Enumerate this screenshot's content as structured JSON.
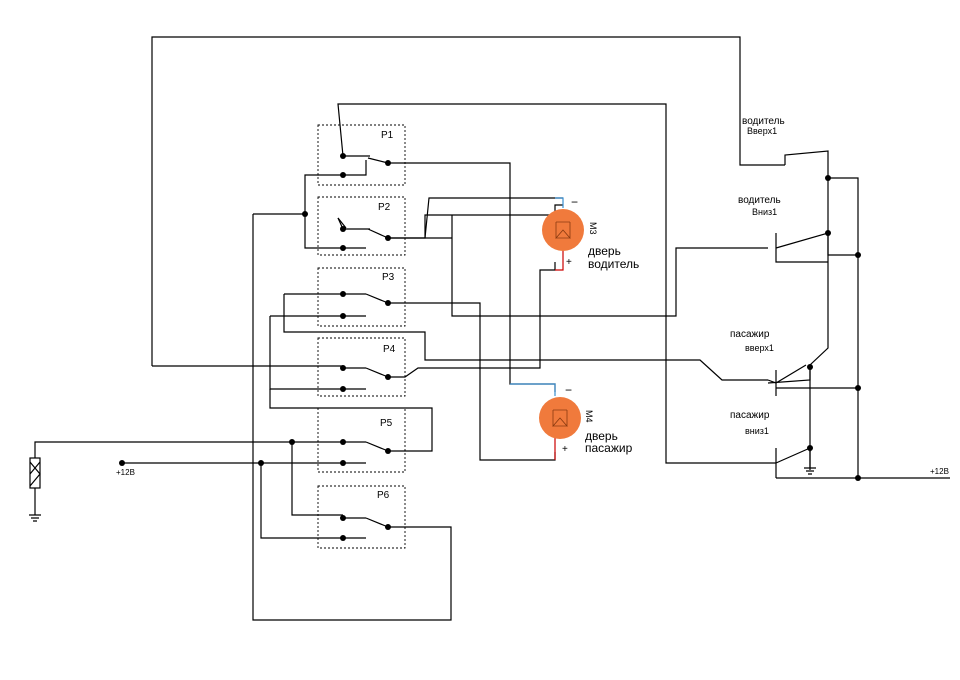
{
  "relays": [
    {
      "label": "P1"
    },
    {
      "label": "P2"
    },
    {
      "label": "P3"
    },
    {
      "label": "P4"
    },
    {
      "label": "P5"
    },
    {
      "label": "P6"
    }
  ],
  "motors": [
    {
      "ref": "M3",
      "caption_line1": "дверь",
      "caption_line2": "водитель",
      "plus": "+",
      "minus": "−",
      "color": "#f07a3c"
    },
    {
      "ref": "M4",
      "caption_line1": "дверь",
      "caption_line2": "пасажир",
      "plus": "+",
      "minus": "−",
      "color": "#f07a3c"
    }
  ],
  "switches": [
    {
      "name": "водитель",
      "sub": "Вверх1"
    },
    {
      "name": "водитель",
      "sub": "Вниз1"
    },
    {
      "name": "пасажир",
      "sub": "вверх1"
    },
    {
      "name": "пасажир",
      "sub": "вниз1"
    }
  ],
  "supply": {
    "left": "+12B",
    "right": "+12B"
  },
  "colors": {
    "wire": "#000000",
    "motor_plus_lead": "#cc0000",
    "motor_minus_lead": "#3a8fd0"
  }
}
